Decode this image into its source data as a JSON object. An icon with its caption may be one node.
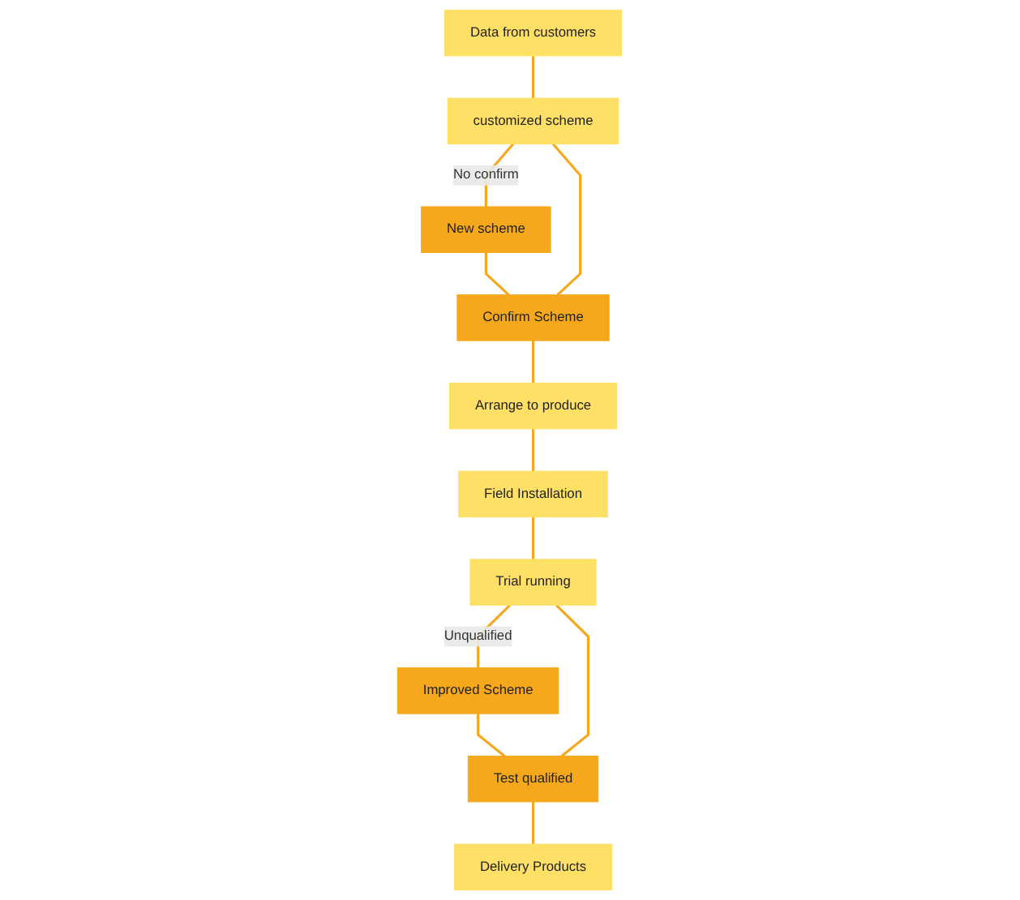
{
  "diagram": {
    "nodes": [
      {
        "text": [
          "Data from customers"
        ]
      },
      {
        "text": [
          "customized scheme"
        ]
      },
      {
        "text": [
          "New scheme"
        ]
      },
      {
        "text": [
          "Confirm Scheme"
        ]
      },
      {
        "text": [
          "Arrange to produce"
        ]
      },
      {
        "text": [
          "Field Installation"
        ]
      },
      {
        "text": [
          "Trial running"
        ]
      },
      {
        "text": [
          "Improved Scheme"
        ]
      },
      {
        "text": [
          "Test qualified"
        ]
      },
      {
        "text": [
          "Delivery Products"
        ]
      }
    ],
    "edges": [
      {
        "from": 0,
        "to": 1,
        "arrow": "none"
      },
      {
        "from": 1,
        "to": 2,
        "label": "No confirm",
        "arrow": "none"
      },
      {
        "from": 2,
        "to": 3,
        "arrow": "none"
      },
      {
        "from": 1,
        "to": 3,
        "arrow": "none"
      },
      {
        "from": 3,
        "to": 4,
        "arrow": "none"
      },
      {
        "from": 4,
        "to": 5,
        "arrow": "none"
      },
      {
        "from": 5,
        "to": 6,
        "arrow": "none"
      },
      {
        "from": 6,
        "to": 7,
        "label": "Unqualified",
        "arrow": "none"
      },
      {
        "from": 7,
        "to": 8,
        "arrow": "none"
      },
      {
        "from": 6,
        "to": 8,
        "arrow": "none"
      },
      {
        "from": 8,
        "to": 9,
        "arrow": "none"
      }
    ]
  }
}
